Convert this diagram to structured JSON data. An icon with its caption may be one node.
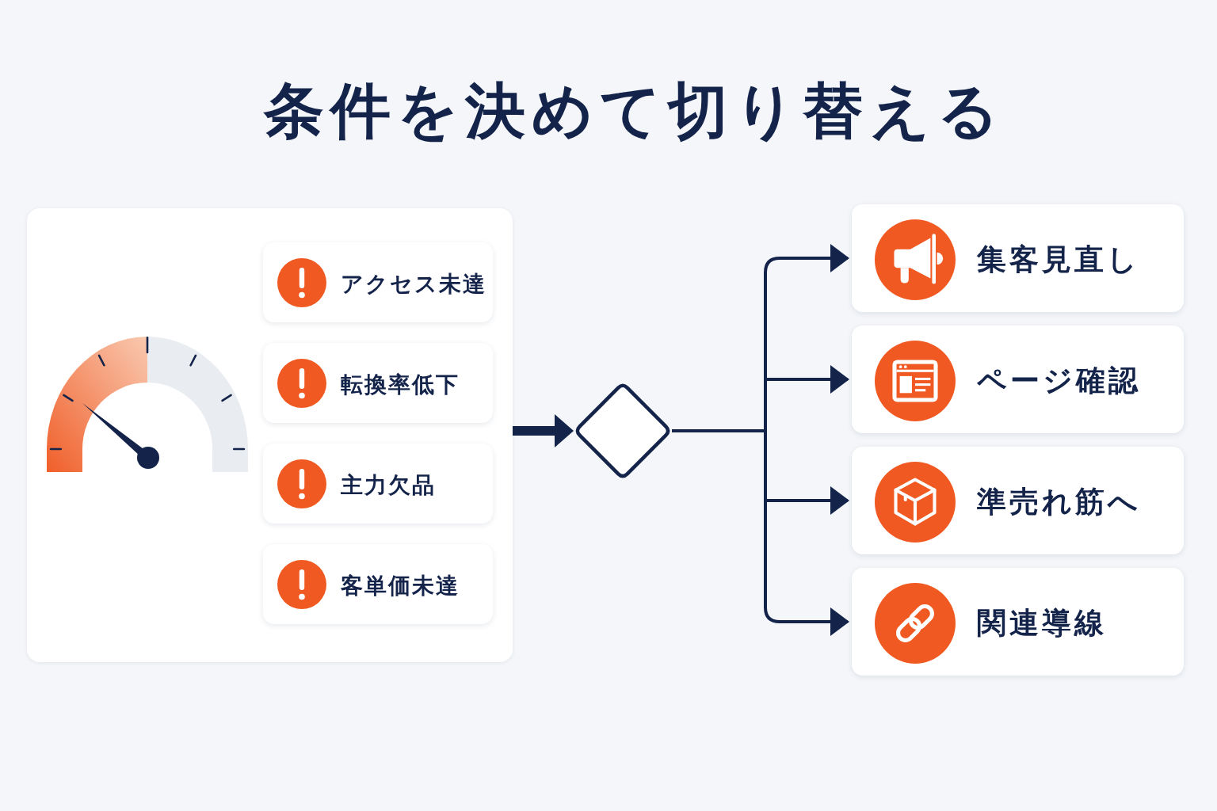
{
  "diagram": {
    "title": "条件を決めて切り替える",
    "nodes": [
      {
        "text": [],
        "shape": "box"
      },
      {
        "text": [
          "アクセス未達"
        ],
        "in": 0
      },
      {
        "text": [
          "転換率低下"
        ],
        "in": 0
      },
      {
        "text": [
          "主力欠品"
        ],
        "in": 0
      },
      {
        "text": [
          "客単価未達"
        ],
        "in": 0
      },
      {
        "text": [],
        "shape": "diamond"
      },
      {
        "text": [
          "集客見直し"
        ]
      },
      {
        "text": [
          "ページ確認"
        ]
      },
      {
        "text": [
          "準売れ筋へ"
        ]
      },
      {
        "text": [
          "関連導線"
        ]
      }
    ],
    "edges": [
      {
        "from": 0,
        "to": 5,
        "arrow": "to",
        "style": "thick"
      },
      {
        "from": 5,
        "to": 6,
        "arrow": "to"
      },
      {
        "from": 5,
        "to": 7,
        "arrow": "to"
      },
      {
        "from": 5,
        "to": 8,
        "arrow": "to"
      },
      {
        "from": 5,
        "to": 9,
        "arrow": "to"
      }
    ]
  }
}
